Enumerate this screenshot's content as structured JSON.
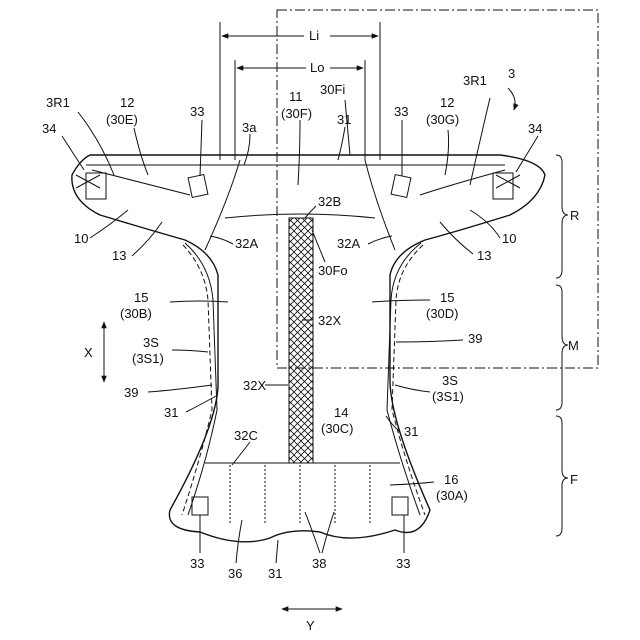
{
  "labels": {
    "Li": "Li",
    "Lo": "Lo",
    "n3": "3",
    "n3R1_left": "3R1",
    "n3R1_right": "3R1",
    "n12_left": "12",
    "n30E": "(30E)",
    "n12_right": "12",
    "n30G": "(30G)",
    "n11": "11",
    "n30F": "(30F)",
    "n30Fi": "30Fi",
    "n31_top": "31",
    "n33_ul": "33",
    "n33_ur": "33",
    "n34_left": "34",
    "n34_right": "34",
    "n3a": "3a",
    "n10_left": "10",
    "n10_right": "10",
    "n13_left": "13",
    "n13_right": "13",
    "n32B": "32B",
    "n32A_left": "32A",
    "n32A_right": "32A",
    "n30Fo": "30Fo",
    "R": "R",
    "n15_left": "15",
    "n30B": "(30B)",
    "n15_right": "15",
    "n30D": "(30D)",
    "n32X_top": "32X",
    "X": "X",
    "n3S_left": "3S",
    "n3S1_left": "(3S1)",
    "n39_right": "39",
    "M": "M",
    "n39_left": "39",
    "n32X_mid": "32X",
    "n3S_right": "3S",
    "n3S1_right": "(3S1)",
    "n31_left": "31",
    "n14": "14",
    "n30C": "(30C)",
    "n31_right": "31",
    "n32C": "32C",
    "n16": "16",
    "n30A": "(30A)",
    "F": "F",
    "n33_ll": "33",
    "n36": "36",
    "n31_bottom": "31",
    "n38": "38",
    "n33_lr": "33",
    "Y": "Y"
  }
}
